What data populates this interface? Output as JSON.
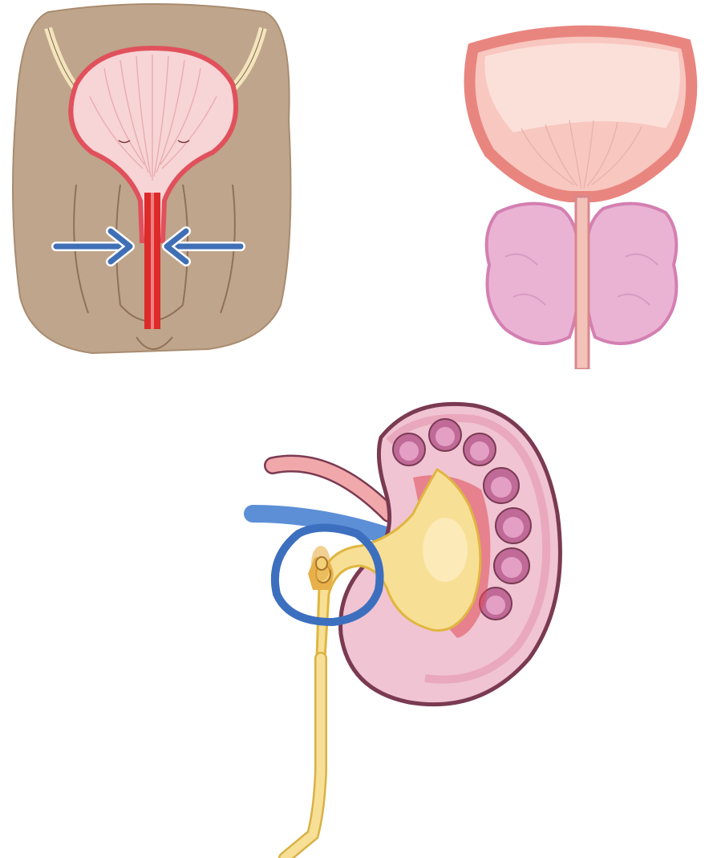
{
  "panels": [
    {
      "id": "urethral-stricture",
      "icon": "bladder-urethra-compression-icon"
    },
    {
      "id": "enlarged-prostate",
      "icon": "enlarged-prostate-icon"
    },
    {
      "id": "ureteral-stone",
      "icon": "kidney-ureter-stone-icon"
    }
  ],
  "colors": {
    "skin": "#bfa58b",
    "bladder_wall": "#e0515c",
    "bladder_inner": "#f7d4d6",
    "urethra": "#dd2a2a",
    "arrow": "#3f6fb5",
    "prostate_lobe": "#eab3d4",
    "prostate_outline": "#d47fb1",
    "kidney_outer": "#f0c4d2",
    "kidney_outline": "#7a3a52",
    "pelvis_urine": "#f7df96",
    "artery": "#f1a8aa",
    "vein": "#5c8fd6",
    "stone_circle": "#3d6fbf"
  }
}
